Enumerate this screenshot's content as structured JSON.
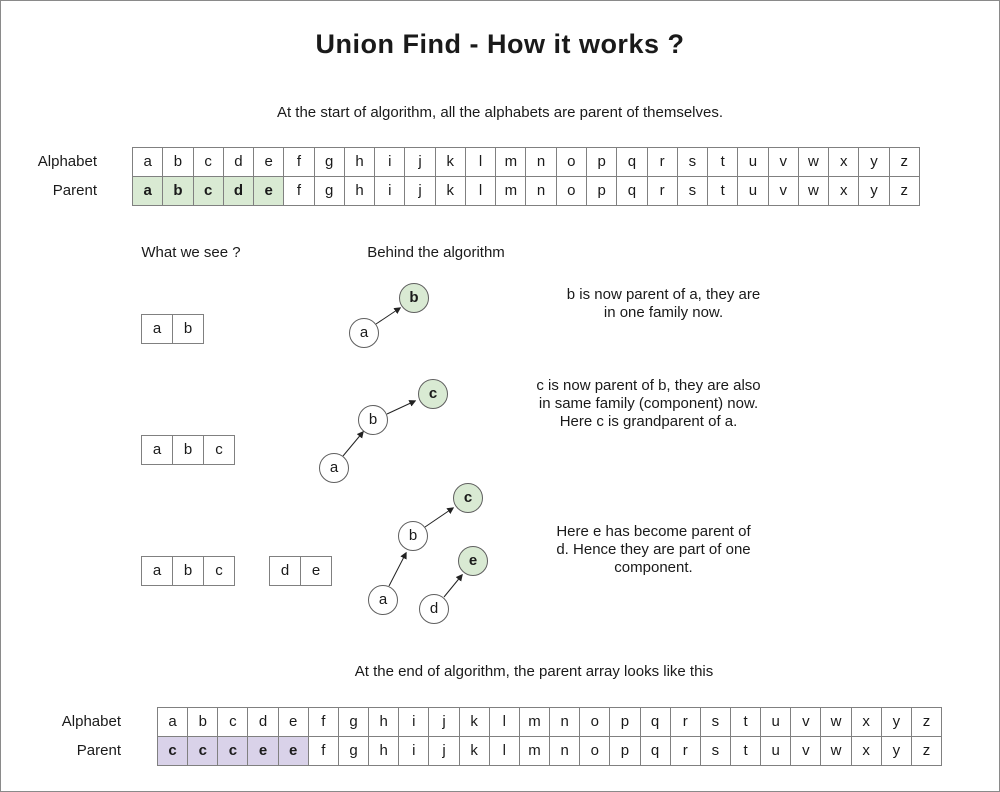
{
  "title": "Union Find - How it works ?",
  "intro": "At the start of algorithm, all the alphabets are parent of themselves.",
  "outro": "At the end of algorithm, the parent array looks like this",
  "labels": {
    "alphabet": "Alphabet",
    "parent": "Parent"
  },
  "headers": {
    "left": "What we see ?",
    "right": "Behind the algorithm"
  },
  "alphabet": [
    "a",
    "b",
    "c",
    "d",
    "e",
    "f",
    "g",
    "h",
    "i",
    "j",
    "k",
    "l",
    "m",
    "n",
    "o",
    "p",
    "q",
    "r",
    "s",
    "t",
    "u",
    "v",
    "w",
    "x",
    "y",
    "z"
  ],
  "parent_start": {
    "values": [
      "a",
      "b",
      "c",
      "d",
      "e",
      "f",
      "g",
      "h",
      "i",
      "j",
      "k",
      "l",
      "m",
      "n",
      "o",
      "p",
      "q",
      "r",
      "s",
      "t",
      "u",
      "v",
      "w",
      "x",
      "y",
      "z"
    ],
    "highlight_count": 5,
    "highlight_color": "#d9ead3"
  },
  "parent_end": {
    "values": [
      "c",
      "c",
      "c",
      "e",
      "e",
      "f",
      "g",
      "h",
      "i",
      "j",
      "k",
      "l",
      "m",
      "n",
      "o",
      "p",
      "q",
      "r",
      "s",
      "t",
      "u",
      "v",
      "w",
      "x",
      "y",
      "z"
    ],
    "highlight_count": 5,
    "highlight_color": "#d9d2e9"
  },
  "steps": [
    {
      "boxes": [
        [
          "a",
          "b"
        ]
      ],
      "nodes": [
        {
          "label": "a",
          "highlight": false
        },
        {
          "label": "b",
          "highlight": true
        }
      ],
      "edges": [
        [
          "a",
          "b"
        ]
      ],
      "text_lines": [
        "b is now parent of a, they are",
        "in one family now."
      ]
    },
    {
      "boxes": [
        [
          "a",
          "b",
          "c"
        ]
      ],
      "nodes": [
        {
          "label": "a",
          "highlight": false
        },
        {
          "label": "b",
          "highlight": false
        },
        {
          "label": "c",
          "highlight": true
        }
      ],
      "edges": [
        [
          "a",
          "b"
        ],
        [
          "b",
          "c"
        ]
      ],
      "text_lines": [
        "c is now parent of b, they are also",
        "in same family (component) now.",
        "Here c is grandparent of a."
      ]
    },
    {
      "boxes": [
        [
          "a",
          "b",
          "c"
        ],
        [
          "d",
          "e"
        ]
      ],
      "nodes": [
        {
          "label": "a",
          "highlight": false
        },
        {
          "label": "b",
          "highlight": false
        },
        {
          "label": "c",
          "highlight": true
        },
        {
          "label": "d",
          "highlight": false
        },
        {
          "label": "e",
          "highlight": true
        }
      ],
      "edges": [
        [
          "a",
          "b"
        ],
        [
          "b",
          "c"
        ],
        [
          "d",
          "e"
        ]
      ],
      "text_lines": [
        "Here e has become parent of",
        "d. Hence they are part of one",
        "component."
      ]
    }
  ],
  "colors": {
    "node_highlight": "#d9ead3",
    "start_highlight": "#d9ead3",
    "end_highlight": "#d9d2e9",
    "cell_border": "#808080"
  }
}
